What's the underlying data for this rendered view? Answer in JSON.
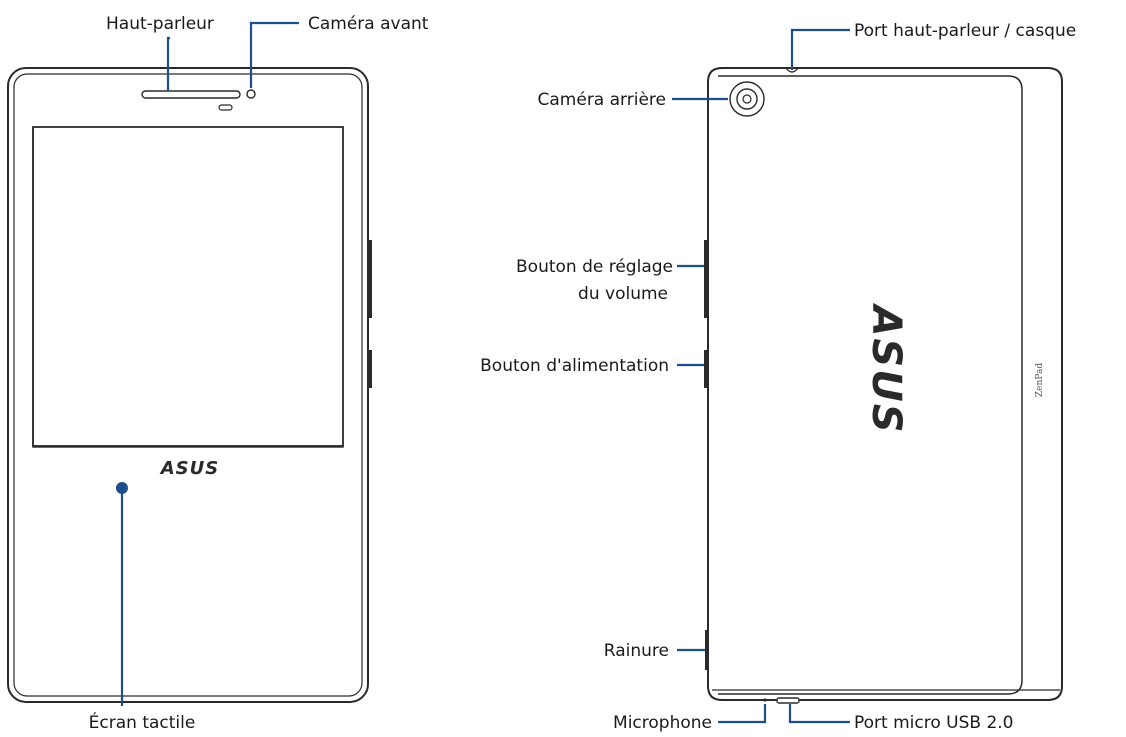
{
  "front": {
    "speaker_label": "Haut-parleur",
    "front_camera_label": "Caméra avant",
    "touchscreen_label": "Écran tactile",
    "logo_text": "ASUS"
  },
  "back": {
    "audio_port_label": "Port haut-parleur / casque",
    "rear_camera_label": "Caméra arrière",
    "volume_label_line1": "Bouton de réglage",
    "volume_label_line2": "du volume",
    "power_label": "Bouton d'alimentation",
    "groove_label": "Rainure",
    "microphone_label": "Microphone",
    "usb_label": "Port micro USB 2.0",
    "logo_text": "ASUS",
    "brand_text": "ZenPad"
  },
  "colors": {
    "leader_line": "#1f4e8c",
    "outline": "#2a2a2a"
  }
}
